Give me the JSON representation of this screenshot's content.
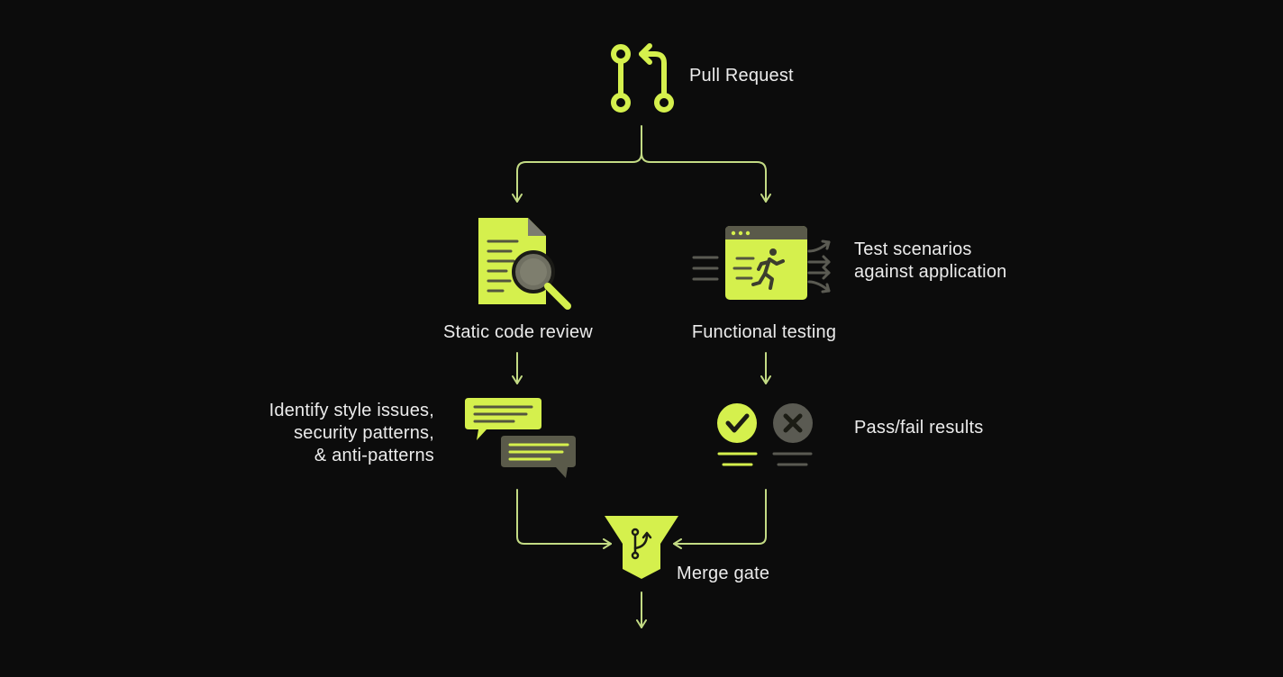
{
  "diagram": {
    "colors": {
      "background": "#0c0c0c",
      "accent": "#d5f04d",
      "line": "#c3db84",
      "muted": "#5a5a52",
      "text": "#ececec"
    },
    "nodes": {
      "pull_request": {
        "label": "Pull Request",
        "icon": "git-pull-request-icon"
      },
      "static_review": {
        "label": "Static code review",
        "icon": "document-search-icon"
      },
      "functional_testing": {
        "label": "Functional testing",
        "icon": "browser-running-icon"
      },
      "test_scenarios": {
        "line1": "Test scenarios",
        "line2": "against application"
      },
      "identify_issues": {
        "line1": "Identify style issues,",
        "line2": "security patterns,",
        "line3": "& anti-patterns",
        "icon": "comments-icon"
      },
      "pass_fail": {
        "label": "Pass/fail results",
        "icons": [
          "check-circle-icon",
          "x-circle-icon"
        ]
      },
      "merge_gate": {
        "label": "Merge gate",
        "icon": "funnel-merge-icon"
      }
    }
  }
}
